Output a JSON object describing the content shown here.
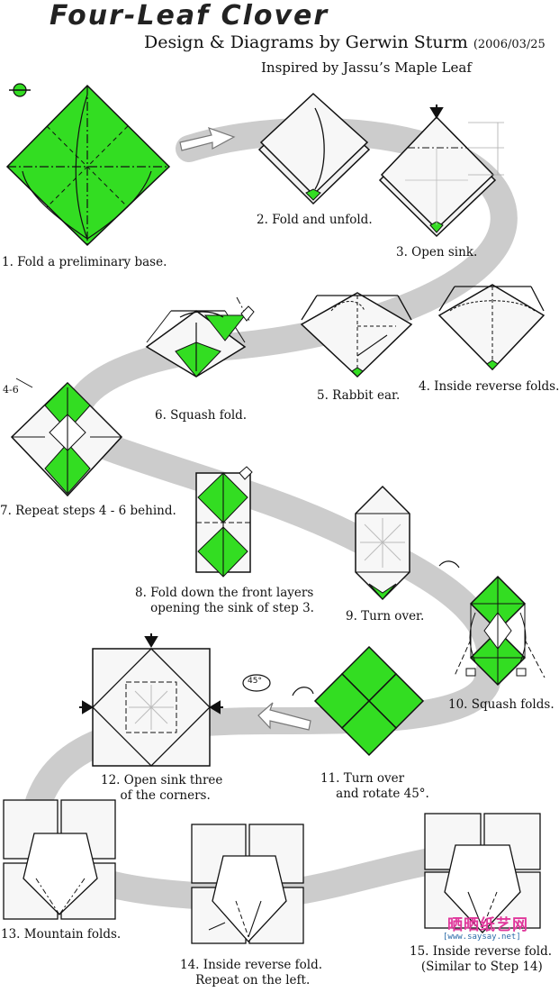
{
  "header": {
    "title": "Four-Leaf Clover",
    "credit": "Design & Diagrams by Gerwin Sturm",
    "date": "(2006/03/25",
    "inspired": "Inspired by Jassu’s Maple Leaf"
  },
  "steps": [
    {
      "caption": "1. Fold a preliminary base."
    },
    {
      "caption": "2. Fold and unfold."
    },
    {
      "caption": "3. Open sink."
    },
    {
      "caption": "4. Inside reverse folds."
    },
    {
      "caption": "5. Rabbit ear."
    },
    {
      "caption": "6. Squash fold."
    },
    {
      "caption": "7. Repeat steps 4 - 6 behind."
    },
    {
      "caption": "8. Fold down the front layers\n    opening the sink of step 3."
    },
    {
      "caption": "9. Turn over."
    },
    {
      "caption": "10. Squash folds."
    },
    {
      "caption": "11. Turn over\n    and rotate 45°."
    },
    {
      "caption": "12. Open sink three\n     of the corners."
    },
    {
      "caption": "13. Mountain folds."
    },
    {
      "caption": "14. Inside reverse fold.\n    Repeat on the left."
    },
    {
      "caption": "15. Inside reverse fold.\n   (Similar to Step 14)"
    }
  ],
  "labels": {
    "repeat_marker": "4-6",
    "rotate_marker": "45°"
  },
  "watermark": {
    "brand": "晒晒纸艺网",
    "url": "[www.saysay.net]"
  },
  "colors": {
    "paper_green": "#33dd22",
    "paper_white": "#f2f2f2",
    "path_gray": "#cccccc",
    "line": "#111111"
  }
}
